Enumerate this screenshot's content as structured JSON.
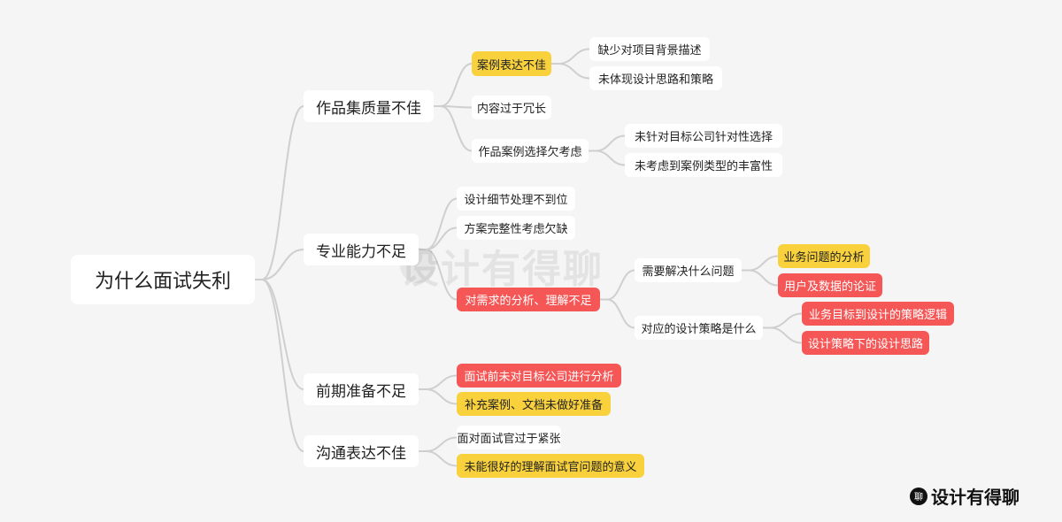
{
  "root": "为什么面试失利",
  "branches": [
    {
      "label": "作品集质量不佳",
      "children": [
        {
          "label": "案例表达不佳",
          "children": [
            "缺少对项目背景描述",
            "未体现设计思路和策略"
          ]
        },
        {
          "label": "内容过于冗长"
        },
        {
          "label": "作品案例选择欠考虑",
          "children": [
            "未针对目标公司针对性选择",
            "未考虑到案例类型的丰富性"
          ]
        }
      ]
    },
    {
      "label": "专业能力不足",
      "children": [
        {
          "label": "设计细节处理不到位"
        },
        {
          "label": "方案完整性考虑欠缺"
        },
        {
          "label": "对需求的分析、理解不足",
          "children": [
            {
              "label": "需要解决什么问题",
              "children": [
                "业务问题的分析",
                "用户及数据的论证"
              ]
            },
            {
              "label": "对应的设计策略是什么",
              "children": [
                "业务目标到设计的策略逻辑",
                "设计策略下的设计思路"
              ]
            }
          ]
        }
      ]
    },
    {
      "label": "前期准备不足",
      "children": [
        {
          "label": "面试前未对目标公司进行分析"
        },
        {
          "label": "补充案例、文档未做好准备"
        }
      ]
    },
    {
      "label": "沟通表达不佳",
      "children": [
        {
          "label": "面对面试官过于紧张"
        },
        {
          "label": "未能很好的理解面试官问题的意义"
        }
      ]
    }
  ],
  "watermark": "设计有得聊",
  "logo": {
    "badge": "聊",
    "text": "设计有得聊"
  },
  "colors": {
    "highlight_yellow": "#f8d13c",
    "highlight_red": "#f55656",
    "line": "#cfcfcf",
    "background": "#f5f5f5"
  }
}
